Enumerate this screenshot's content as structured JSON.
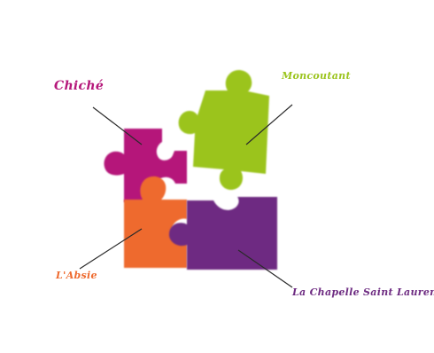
{
  "colors": {
    "magenta": "#b5177a",
    "green": "#9bc41d",
    "orange": "#ee6a2e",
    "purple": "#6e2c82",
    "line": "#2a2a2a"
  },
  "pieces": [
    {
      "name": "Chiché",
      "color": "magenta"
    },
    {
      "name": "Moncoutant",
      "color": "green"
    },
    {
      "name": "L'Absie",
      "color": "orange"
    },
    {
      "name": "La Chapelle Saint Laurent",
      "color": "purple"
    }
  ],
  "labels": {
    "chiche": "Chiché",
    "moncoutant": "Moncoutant",
    "absie": "L'Absie",
    "chapelle": "La Chapelle Saint Laurent"
  }
}
